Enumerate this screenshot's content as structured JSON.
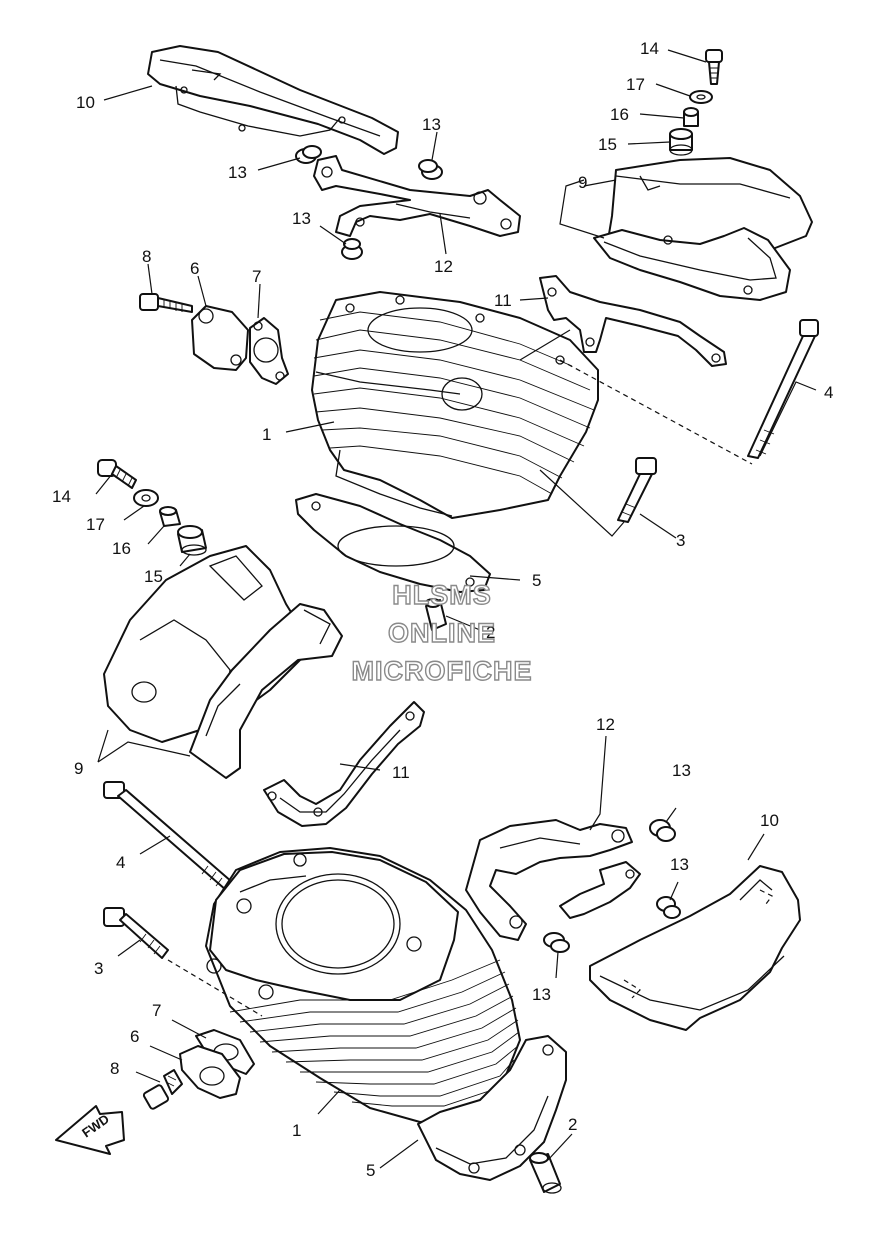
{
  "watermark": {
    "line1": "HLSMS",
    "line2": "ONLINE",
    "line3": "MICROFICHE",
    "color": "#8a8a8a"
  },
  "direction_badge": {
    "label": "FWD",
    "icon": "fwd-arrow-icon"
  },
  "callouts": [
    {
      "id": "c10a",
      "text": "10"
    },
    {
      "id": "c13a",
      "text": "13"
    },
    {
      "id": "c13b",
      "text": "13"
    },
    {
      "id": "c13c",
      "text": "13"
    },
    {
      "id": "c12a",
      "text": "12"
    },
    {
      "id": "c14a",
      "text": "14"
    },
    {
      "id": "c17a",
      "text": "17"
    },
    {
      "id": "c16a",
      "text": "16"
    },
    {
      "id": "c15a",
      "text": "15"
    },
    {
      "id": "c9a",
      "text": "9"
    },
    {
      "id": "c11a",
      "text": "11"
    },
    {
      "id": "c8a",
      "text": "8"
    },
    {
      "id": "c6a",
      "text": "6"
    },
    {
      "id": "c7a",
      "text": "7"
    },
    {
      "id": "c4a",
      "text": "4"
    },
    {
      "id": "c1a",
      "text": "1"
    },
    {
      "id": "c14b",
      "text": "14"
    },
    {
      "id": "c17b",
      "text": "17"
    },
    {
      "id": "c16b",
      "text": "16"
    },
    {
      "id": "c15b",
      "text": "15"
    },
    {
      "id": "c3a",
      "text": "3"
    },
    {
      "id": "c5a",
      "text": "5"
    },
    {
      "id": "c2a",
      "text": "2"
    },
    {
      "id": "c9b",
      "text": "9"
    },
    {
      "id": "c11b",
      "text": "11"
    },
    {
      "id": "c12b",
      "text": "12"
    },
    {
      "id": "c13d",
      "text": "13"
    },
    {
      "id": "c10b",
      "text": "10"
    },
    {
      "id": "c13e",
      "text": "13"
    },
    {
      "id": "c4b",
      "text": "4"
    },
    {
      "id": "c3b",
      "text": "3"
    },
    {
      "id": "c13f",
      "text": "13"
    },
    {
      "id": "c7b",
      "text": "7"
    },
    {
      "id": "c6b",
      "text": "6"
    },
    {
      "id": "c8b",
      "text": "8"
    },
    {
      "id": "c1b",
      "text": "1"
    },
    {
      "id": "c2b",
      "text": "2"
    },
    {
      "id": "c5b",
      "text": "5"
    }
  ]
}
